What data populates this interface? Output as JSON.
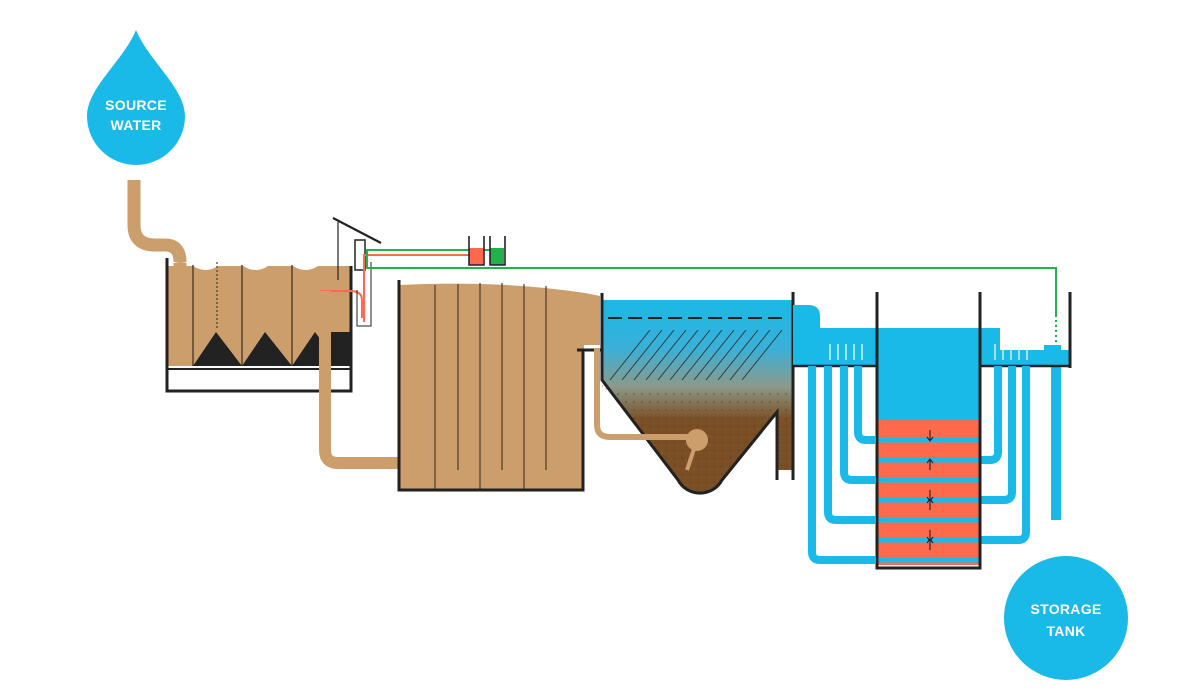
{
  "labels": {
    "source_line1": "SOURCE",
    "source_line2": "WATER",
    "storage_line1": "STORAGE",
    "storage_line2": "TANK"
  },
  "colors": {
    "raw_water": "#cc9e6c",
    "clean_water": "#19b9e8",
    "sludge": "#7a4f26",
    "filter_media": "#ff6a4d",
    "control_line": "#22b24c",
    "dosing_line": "#ff6a4d",
    "outline": "#222222",
    "media_separator": "#19b9e8"
  },
  "icons": {
    "source": "water-drop-icon",
    "storage": "storage-tank-icon"
  }
}
